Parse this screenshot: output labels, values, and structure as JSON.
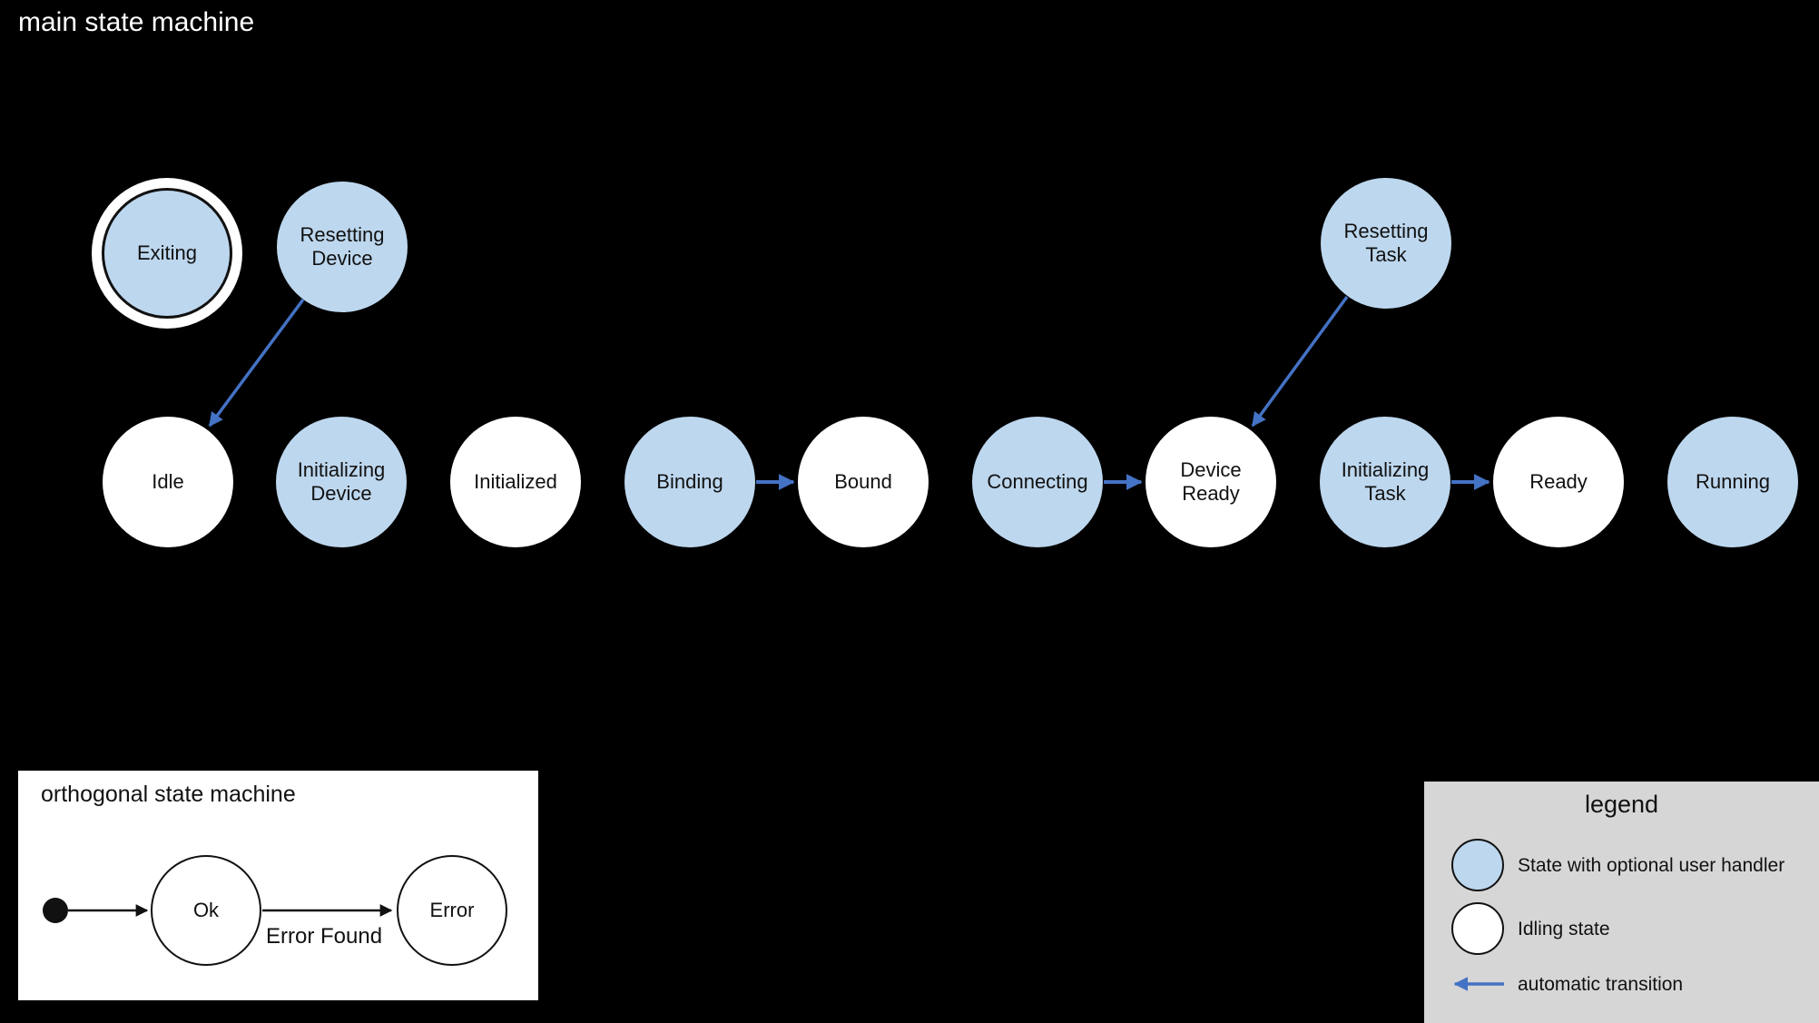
{
  "main": {
    "title": "main state machine",
    "states": [
      {
        "id": "exiting",
        "label": "Exiting",
        "type": "handler",
        "final": true
      },
      {
        "id": "resetting-device",
        "label": "Resetting\nDevice",
        "type": "handler"
      },
      {
        "id": "resetting-task",
        "label": "Resetting\nTask",
        "type": "handler"
      },
      {
        "id": "idle",
        "label": "Idle",
        "type": "idling"
      },
      {
        "id": "initializing-device",
        "label": "Initializing\nDevice",
        "type": "handler"
      },
      {
        "id": "initialized",
        "label": "Initialized",
        "type": "idling"
      },
      {
        "id": "binding",
        "label": "Binding",
        "type": "handler"
      },
      {
        "id": "bound",
        "label": "Bound",
        "type": "idling"
      },
      {
        "id": "connecting",
        "label": "Connecting",
        "type": "handler"
      },
      {
        "id": "device-ready",
        "label": "Device\nReady",
        "type": "idling"
      },
      {
        "id": "initializing-task",
        "label": "Initializing\nTask",
        "type": "handler"
      },
      {
        "id": "ready",
        "label": "Ready",
        "type": "idling"
      },
      {
        "id": "running",
        "label": "Running",
        "type": "handler"
      }
    ],
    "transitions": [
      {
        "from": "resetting-device",
        "to": "idle",
        "style": "automatic"
      },
      {
        "from": "resetting-task",
        "to": "device-ready",
        "style": "automatic"
      },
      {
        "from": "binding",
        "to": "bound",
        "style": "automatic"
      },
      {
        "from": "connecting",
        "to": "device-ready",
        "style": "automatic"
      },
      {
        "from": "initializing-task",
        "to": "ready",
        "style": "automatic"
      }
    ]
  },
  "orthogonal": {
    "title": "orthogonal state machine",
    "states": [
      {
        "id": "ok",
        "label": "Ok"
      },
      {
        "id": "error",
        "label": "Error"
      }
    ],
    "transition_label": "Error Found"
  },
  "legend": {
    "title": "legend",
    "items": [
      {
        "swatch": "handler-state",
        "label": "State with optional user handler"
      },
      {
        "swatch": "idling-state",
        "label": "Idling state"
      },
      {
        "swatch": "arrow",
        "label": "automatic transition"
      }
    ]
  },
  "colors": {
    "background": "#000000",
    "handler_state_fill": "#bdd7ee",
    "idling_state_fill": "#ffffff",
    "transition_blue": "#4472c4",
    "legend_background": "#d6d6d6"
  }
}
